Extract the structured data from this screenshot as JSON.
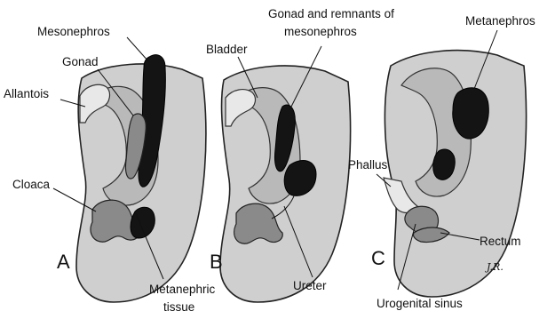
{
  "panels": [
    {
      "letter": "A",
      "labels": {
        "mesonephros": "Mesonephros",
        "gonad": "Gonad",
        "allantois": "Allantois",
        "cloaca": "Cloaca",
        "metanephric_tissue_line1": "Metanephric",
        "metanephric_tissue_line2": "tissue"
      }
    },
    {
      "letter": "B",
      "labels": {
        "bladder": "Bladder",
        "gonad_remnants_line1": "Gonad and remnants of",
        "gonad_remnants_line2": "mesonephros",
        "ureter": "Ureter"
      }
    },
    {
      "letter": "C",
      "labels": {
        "metanephros": "Metanephros",
        "phallus": "Phallus",
        "rectum": "Rectum",
        "urogenital_sinus": "Urogenital sinus"
      }
    }
  ],
  "signature": "J.R."
}
